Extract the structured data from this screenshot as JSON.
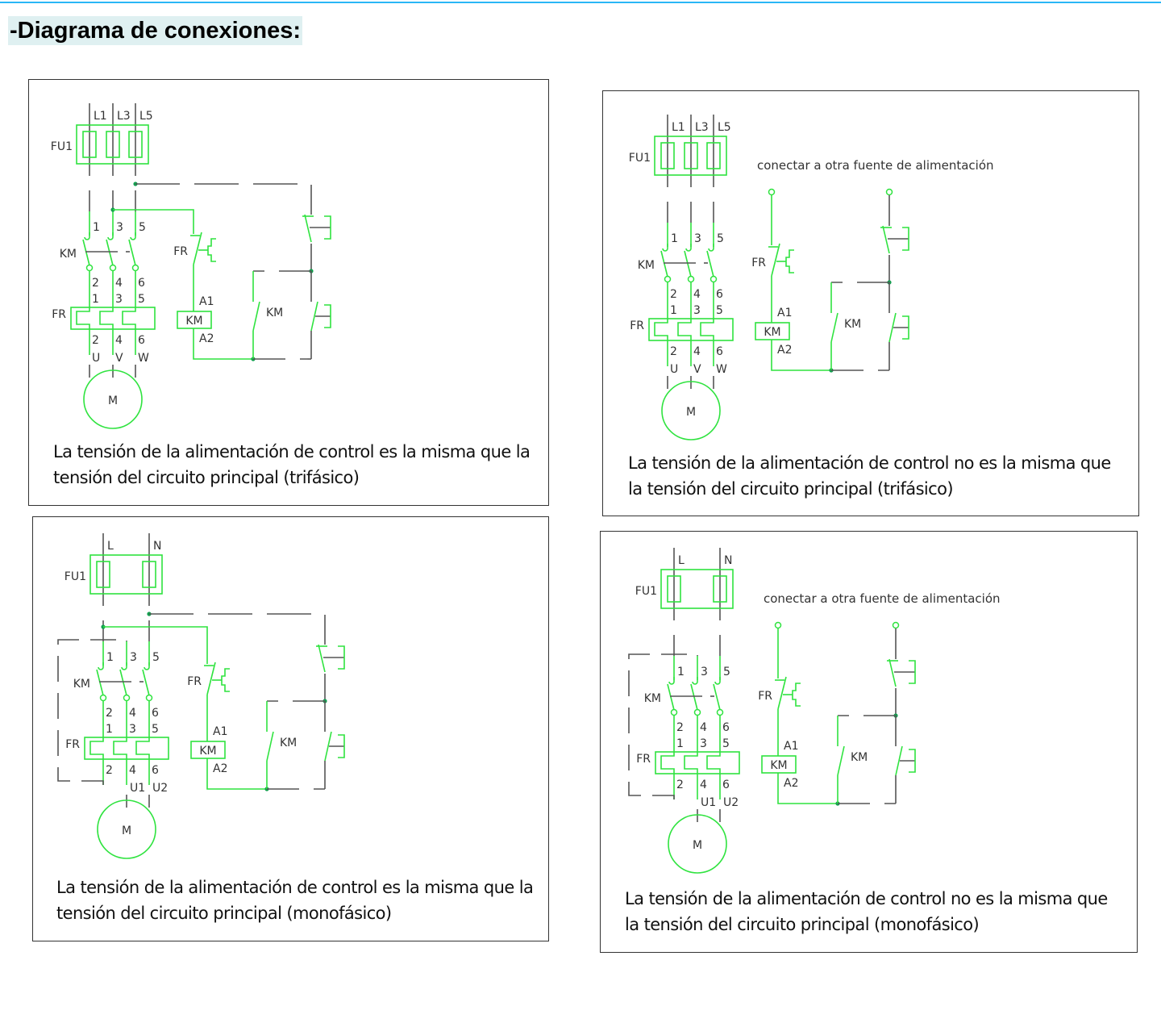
{
  "page": {
    "title": "-Diagrama de conexiones:"
  },
  "colors": {
    "wire_green": "#2fe33f",
    "wire_gray": "#555555",
    "junction": "#14a050",
    "accent_line": "#29b6f6",
    "title_bg": "#dff0f1"
  },
  "panels": [
    {
      "phase": "three",
      "supply": "same",
      "labels": {
        "lines": [
          "L1",
          "L3",
          "L5"
        ],
        "fuse": "FU1",
        "km": "KM",
        "fr": "FR",
        "top_terms": [
          "1",
          "3",
          "5"
        ],
        "km_out": [
          "2",
          "4",
          "6"
        ],
        "fr_in": [
          "1",
          "3",
          "5"
        ],
        "fr_out": [
          "2",
          "4",
          "6"
        ],
        "motor_terms": [
          "U",
          "V",
          "W"
        ],
        "motor": "M",
        "fr_ctrl": "FR",
        "coil": "KM",
        "a1": "A1",
        "a2": "A2",
        "hold": "KM"
      },
      "caption": [
        "La tensión de la alimentación de control es la misma que la",
        "tensión del circuito principal (trifásico)"
      ]
    },
    {
      "phase": "three",
      "supply": "other",
      "labels": {
        "lines": [
          "L1",
          "L3",
          "L5"
        ],
        "fuse": "FU1",
        "km": "KM",
        "fr": "FR",
        "top_terms": [
          "1",
          "3",
          "5"
        ],
        "km_out": [
          "2",
          "4",
          "6"
        ],
        "fr_in": [
          "1",
          "3",
          "5"
        ],
        "fr_out": [
          "2",
          "4",
          "6"
        ],
        "motor_terms": [
          "U",
          "V",
          "W"
        ],
        "motor": "M",
        "fr_ctrl": "FR",
        "coil": "KM",
        "a1": "A1",
        "a2": "A2",
        "hold": "KM",
        "note": "conectar a otra fuente de alimentación"
      },
      "caption": [
        "La tensión de la alimentación de control no es la misma que",
        "la tensión del circuito principal (trifásico)"
      ]
    },
    {
      "phase": "single",
      "supply": "same",
      "labels": {
        "lines": [
          "L",
          "N"
        ],
        "fuse": "FU1",
        "km": "KM",
        "fr": "FR",
        "top_terms": [
          "1",
          "3",
          "5"
        ],
        "km_out": [
          "2",
          "4",
          "6"
        ],
        "fr_in": [
          "1",
          "3",
          "5"
        ],
        "fr_out": [
          "2",
          "4",
          "6"
        ],
        "motor_terms": [
          "U1",
          "U2"
        ],
        "motor": "M",
        "fr_ctrl": "FR",
        "coil": "KM",
        "a1": "A1",
        "a2": "A2",
        "hold": "KM"
      },
      "caption": [
        "La tensión de la alimentación de control es la misma que la",
        "tensión del circuito principal (monofásico)"
      ]
    },
    {
      "phase": "single",
      "supply": "other",
      "labels": {
        "lines": [
          "L",
          "N"
        ],
        "fuse": "FU1",
        "km": "KM",
        "fr": "FR",
        "top_terms": [
          "1",
          "3",
          "5"
        ],
        "km_out": [
          "2",
          "4",
          "6"
        ],
        "fr_in": [
          "1",
          "3",
          "5"
        ],
        "fr_out": [
          "2",
          "4",
          "6"
        ],
        "motor_terms": [
          "U1",
          "U2"
        ],
        "motor": "M",
        "fr_ctrl": "FR",
        "coil": "KM",
        "a1": "A1",
        "a2": "A2",
        "hold": "KM",
        "note": "conectar a otra fuente de alimentación"
      },
      "caption": [
        "La tensión de la alimentación de control no es la misma que",
        "la tensión del circuito principal (monofásico)"
      ]
    }
  ]
}
